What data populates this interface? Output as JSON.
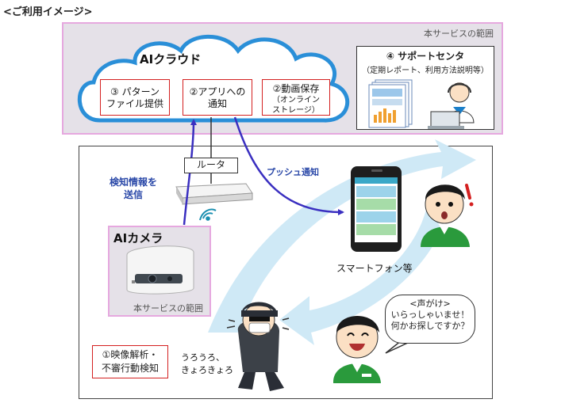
{
  "heading": "<ご利用イメージ>",
  "service_scope_label": "本サービスの範囲",
  "cloud": {
    "title": "AIクラウド",
    "features": [
      {
        "line1": "③ パターン",
        "line2": "ファイル提供"
      },
      {
        "line1": "②アプリへの",
        "line2": "通知"
      },
      {
        "line1": "②動画保存",
        "line2": "（オンライン",
        "line3": "ストレージ）"
      }
    ]
  },
  "support": {
    "title": "④ サポートセンタ",
    "subtitle": "（定期レポート、利用方法説明等）"
  },
  "router_label": "ルータ",
  "detection_label": {
    "line1": "検知情報を",
    "line2": "送信"
  },
  "push_label": "プッシュ通知",
  "camera_label": "AIカメラ",
  "phone_label": "スマートフォン等",
  "speech": {
    "line1": "<声がけ>",
    "line2": "いらっしゃいませ！",
    "line3": "何かお探しですか？"
  },
  "analysis": {
    "line1": "①映像解析・",
    "line2": "不審行動検知"
  },
  "wander": {
    "line1": "うろうろ、",
    "line2": "きょろきょろ"
  },
  "colors": {
    "arrow_blue": "#3a2fc0",
    "scope_border": "#e6a8df",
    "scope_fill": "#e5e1e8",
    "cloud_outline": "#2a8fd8",
    "red_box": "#d42020",
    "big_arrow": "#cfe9f6",
    "apron_green": "#2a9a3c"
  }
}
